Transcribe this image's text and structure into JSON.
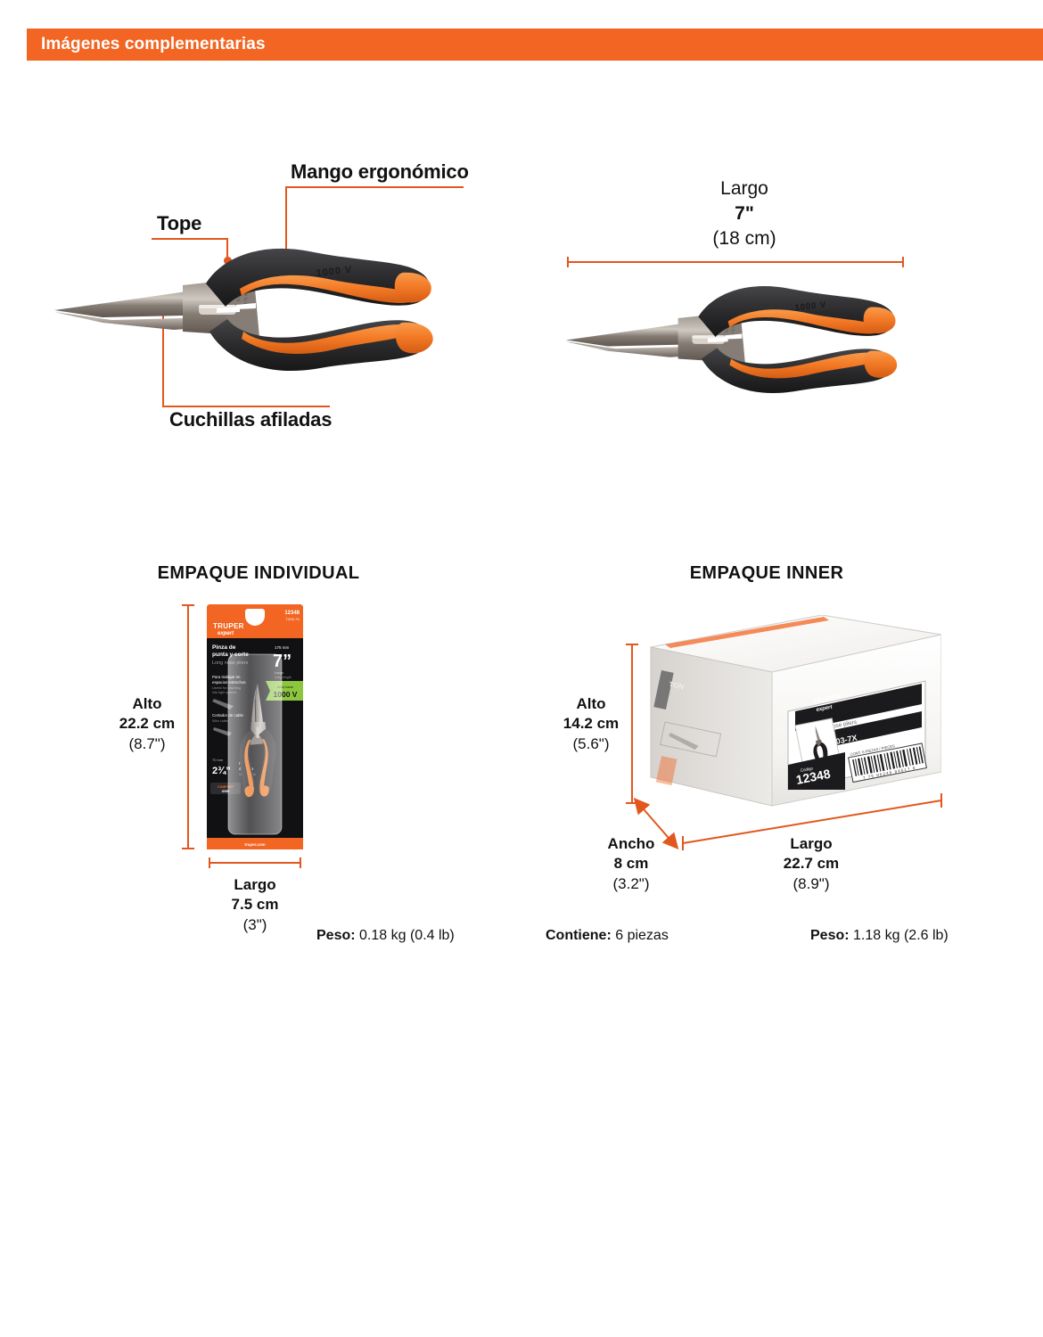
{
  "header": {
    "title": "Imágenes complementarias",
    "accent_color": "#F26522"
  },
  "product": {
    "name": "Pinza de punta y corte de 175 mm",
    "name_en": "7\" Long nose pliers",
    "code_label": "Clave:",
    "code": "T203-7X",
    "sku_label": "Código",
    "sku": "12348",
    "brand": "TRUPER",
    "brand_sub": "EXPERT",
    "voltage_marking": "1000 V",
    "size_marking": "7\"",
    "size_mm_marking": "175 mm"
  },
  "callouts": [
    {
      "id": "tope",
      "label": "Tope"
    },
    {
      "id": "mango",
      "label": "Mango ergonómico"
    },
    {
      "id": "cuchillas",
      "label": "Cuchillas afiladas"
    }
  ],
  "product_dimension": {
    "name": "Largo",
    "value": "7\"",
    "metric": "(18 cm)"
  },
  "packaging": [
    {
      "id": "individual",
      "heading": "EMPAQUE INDIVIDUAL",
      "height": {
        "name": "Alto",
        "value": "22.2 cm",
        "imperial": "(8.7\")"
      },
      "length": {
        "name": "Largo",
        "value": "7.5 cm",
        "imperial": "(3\")"
      },
      "weight_label": "Peso:",
      "weight_value": "0.18 kg (0.4 lb)"
    },
    {
      "id": "inner",
      "heading": "EMPAQUE INNER",
      "height": {
        "name": "Alto",
        "value": "14.2 cm",
        "imperial": "(5.6\")"
      },
      "width": {
        "name": "Ancho",
        "value": "8 cm",
        "imperial": "(3.2\")"
      },
      "length": {
        "name": "Largo",
        "value": "22.7 cm",
        "imperial": "(8.9\")"
      },
      "contains_label": "Contiene:",
      "contains_value": "6 piezas",
      "weight_label": "Peso:",
      "weight_value": "1.18 kg (2.6 lb)"
    }
  ],
  "blister_card": {
    "sku": "12348",
    "code": "T203-7X",
    "title_es": "Pinza de punta y corte",
    "title_en": "Long nose pliers",
    "feature_1": "Para trabajar en espacios estrechos",
    "feature_1_en": "Useful for reaching into tight spaces",
    "feature_2": "Cortador de cable",
    "feature_2_en": "Wire cutter",
    "size": "7\"",
    "size_mm": "175 mm",
    "size_word": "Largo",
    "size_word_en": "Long length",
    "voltage": "1000 V",
    "voltage_note": "Aísla hasta",
    "grip_note": "COMFORT GRIP",
    "gauge": "2¾\""
  },
  "inner_box_label": {
    "brand": "TRUPER",
    "brand_sub": "EXPERT",
    "line_es": "Pinza de punta y corte de 175 mm",
    "line_en": "7\" Long nose pliers",
    "code_label": "Clave:",
    "code": "T203-7X",
    "qty_note": "CONT. 6 PIEZAS / PIECES",
    "sku_label": "Código",
    "sku": "12348",
    "barcode_digits": "7 75 06240 04517 0"
  },
  "colors": {
    "orange": "#F26522",
    "rule_orange": "#E2571E",
    "handle_orange": "#F47B26",
    "handle_black": "#2B2B2D",
    "steel_light": "#B9B2AA",
    "steel_dark": "#6E6560",
    "text": "#111111"
  }
}
